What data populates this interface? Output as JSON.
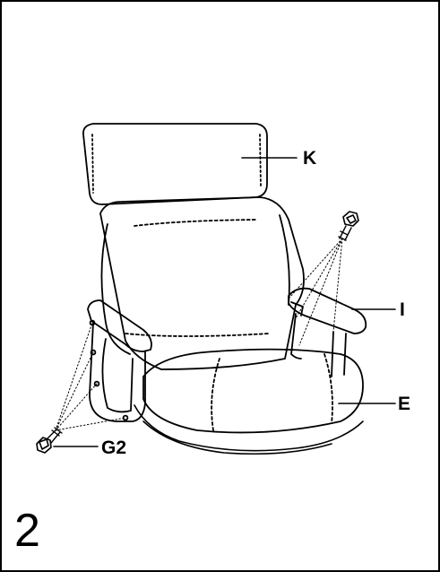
{
  "step_number": "2",
  "labels": {
    "headrest": "K",
    "armrest": "I",
    "seat": "E",
    "bolt": "G2"
  },
  "colors": {
    "line": "#000000",
    "background": "#ffffff"
  }
}
